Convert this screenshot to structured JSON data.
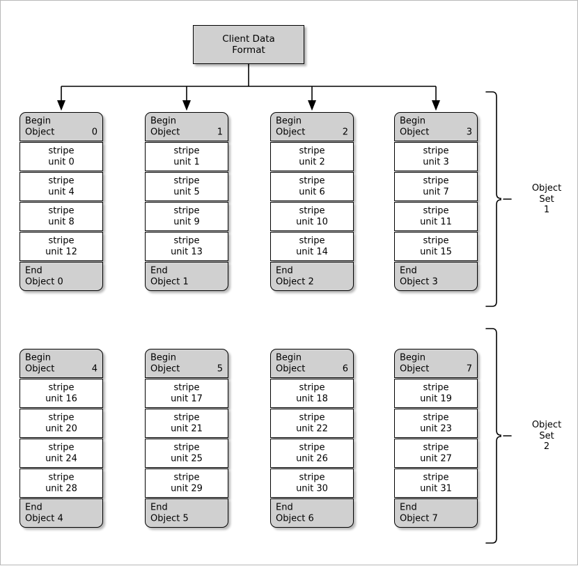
{
  "diagram": {
    "title": "Client Data Format",
    "root": {
      "label": "Client Data\nFormat"
    },
    "colors": {
      "header_fill": "#d0d0d0",
      "body_fill": "#ffffff",
      "stroke": "#000000",
      "page_border": "#b8b8b8"
    },
    "object_sets": [
      {
        "name": "Object\nSet\n1",
        "name_flat": "Object Set 1",
        "columns": [
          {
            "header_line1": "Begin",
            "header_word": "Object",
            "header_num": "0",
            "footer_line1": "End",
            "footer_line2": "Object 0",
            "stripes": [
              {
                "line1": "stripe",
                "line2": "unit 0"
              },
              {
                "line1": "stripe",
                "line2": "unit 4"
              },
              {
                "line1": "stripe",
                "line2": "unit 8"
              },
              {
                "line1": "stripe",
                "line2": "unit 12"
              }
            ]
          },
          {
            "header_line1": "Begin",
            "header_word": "Object",
            "header_num": "1",
            "footer_line1": "End",
            "footer_line2": "Object 1",
            "stripes": [
              {
                "line1": "stripe",
                "line2": "unit 1"
              },
              {
                "line1": "stripe",
                "line2": "unit 5"
              },
              {
                "line1": "stripe",
                "line2": "unit 9"
              },
              {
                "line1": "stripe",
                "line2": "unit 13"
              }
            ]
          },
          {
            "header_line1": "Begin",
            "header_word": "Object",
            "header_num": "2",
            "footer_line1": "End",
            "footer_line2": "Object 2",
            "stripes": [
              {
                "line1": "stripe",
                "line2": "unit 2"
              },
              {
                "line1": "stripe",
                "line2": "unit 6"
              },
              {
                "line1": "stripe",
                "line2": "unit 10"
              },
              {
                "line1": "stripe",
                "line2": "unit 14"
              }
            ]
          },
          {
            "header_line1": "Begin",
            "header_word": "Object",
            "header_num": "3",
            "footer_line1": "End",
            "footer_line2": "Object 3",
            "stripes": [
              {
                "line1": "stripe",
                "line2": "unit 3"
              },
              {
                "line1": "stripe",
                "line2": "unit 7"
              },
              {
                "line1": "stripe",
                "line2": "unit 11"
              },
              {
                "line1": "stripe",
                "line2": "unit 15"
              }
            ]
          }
        ]
      },
      {
        "name": "Object\nSet\n2",
        "name_flat": "Object Set 2",
        "columns": [
          {
            "header_line1": "Begin",
            "header_word": "Object",
            "header_num": "4",
            "footer_line1": "End",
            "footer_line2": "Object 4",
            "stripes": [
              {
                "line1": "stripe",
                "line2": "unit 16"
              },
              {
                "line1": "stripe",
                "line2": "unit 20"
              },
              {
                "line1": "stripe",
                "line2": "unit 24"
              },
              {
                "line1": "stripe",
                "line2": "unit 28"
              }
            ]
          },
          {
            "header_line1": "Begin",
            "header_word": "Object",
            "header_num": "5",
            "footer_line1": "End",
            "footer_line2": "Object 5",
            "stripes": [
              {
                "line1": "stripe",
                "line2": "unit 17"
              },
              {
                "line1": "stripe",
                "line2": "unit 21"
              },
              {
                "line1": "stripe",
                "line2": "unit 25"
              },
              {
                "line1": "stripe",
                "line2": "unit 29"
              }
            ]
          },
          {
            "header_line1": "Begin",
            "header_word": "Object",
            "header_num": "6",
            "footer_line1": "End",
            "footer_line2": "Object 6",
            "stripes": [
              {
                "line1": "stripe",
                "line2": "unit 18"
              },
              {
                "line1": "stripe",
                "line2": "unit 22"
              },
              {
                "line1": "stripe",
                "line2": "unit 26"
              },
              {
                "line1": "stripe",
                "line2": "unit 30"
              }
            ]
          },
          {
            "header_line1": "Begin",
            "header_word": "Object",
            "header_num": "7",
            "footer_line1": "End",
            "footer_line2": "Object 7",
            "stripes": [
              {
                "line1": "stripe",
                "line2": "unit 19"
              },
              {
                "line1": "stripe",
                "line2": "unit 23"
              },
              {
                "line1": "stripe",
                "line2": "unit 27"
              },
              {
                "line1": "stripe",
                "line2": "unit 31"
              }
            ]
          }
        ]
      }
    ]
  }
}
